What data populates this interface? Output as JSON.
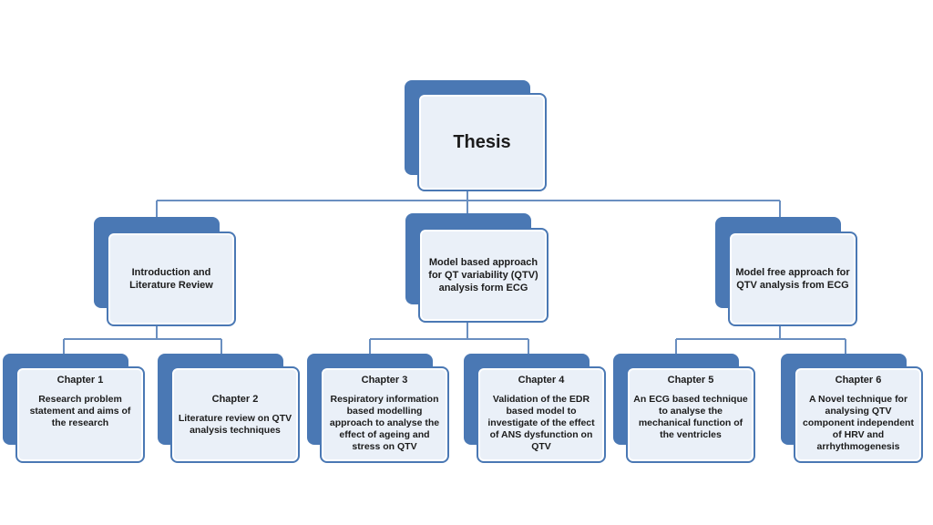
{
  "root": {
    "label": "Thesis"
  },
  "branches": [
    {
      "label": "Introduction and Literature Review",
      "chapters": [
        {
          "heading": "Chapter 1",
          "text": "Research problem statement and aims of the research"
        },
        {
          "heading": "Chapter 2",
          "text": "Literature review on QTV analysis techniques"
        }
      ]
    },
    {
      "label": "Model based approach for QT variability (QTV) analysis form ECG",
      "chapters": [
        {
          "heading": "Chapter 3",
          "text": "Respiratory information based modelling approach to analyse the effect of ageing and stress on QTV"
        },
        {
          "heading": "Chapter 4",
          "text": "Validation of the EDR based model to investigate of the effect of ANS dysfunction on QTV"
        }
      ]
    },
    {
      "label": "Model free approach for QTV analysis from ECG",
      "chapters": [
        {
          "heading": "Chapter 5",
          "text": "An ECG based technique to analyse the mechanical function of the ventricles"
        },
        {
          "heading": "Chapter 6",
          "text": "A Novel technique for analysing QTV component independent of HRV and arrhythmogenesis"
        }
      ]
    }
  ],
  "colors": {
    "accent": "#4a78b4",
    "box_fill": "#eaf0f8",
    "connector": "#6a8fc0"
  }
}
